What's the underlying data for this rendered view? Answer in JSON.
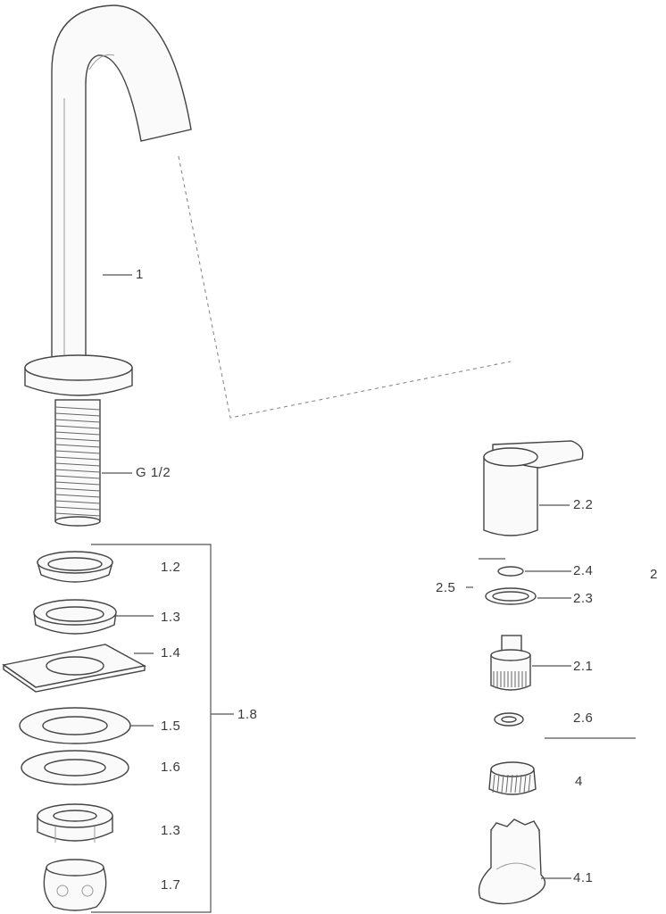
{
  "labels": {
    "spout": "1",
    "thread": "G 1/2",
    "p1_2": "1.2",
    "p1_3a": "1.3",
    "p1_4": "1.4",
    "p1_5": "1.5",
    "p1_6": "1.6",
    "p1_3b": "1.3",
    "p1_7": "1.7",
    "p1_8": "1.8",
    "p2": "2",
    "p2_1": "2.1",
    "p2_2": "2.2",
    "p2_3": "2.3",
    "p2_4": "2.4",
    "p2_5": "2.5",
    "p2_6": "2.6",
    "p4": "4",
    "p4_1": "4.1"
  }
}
